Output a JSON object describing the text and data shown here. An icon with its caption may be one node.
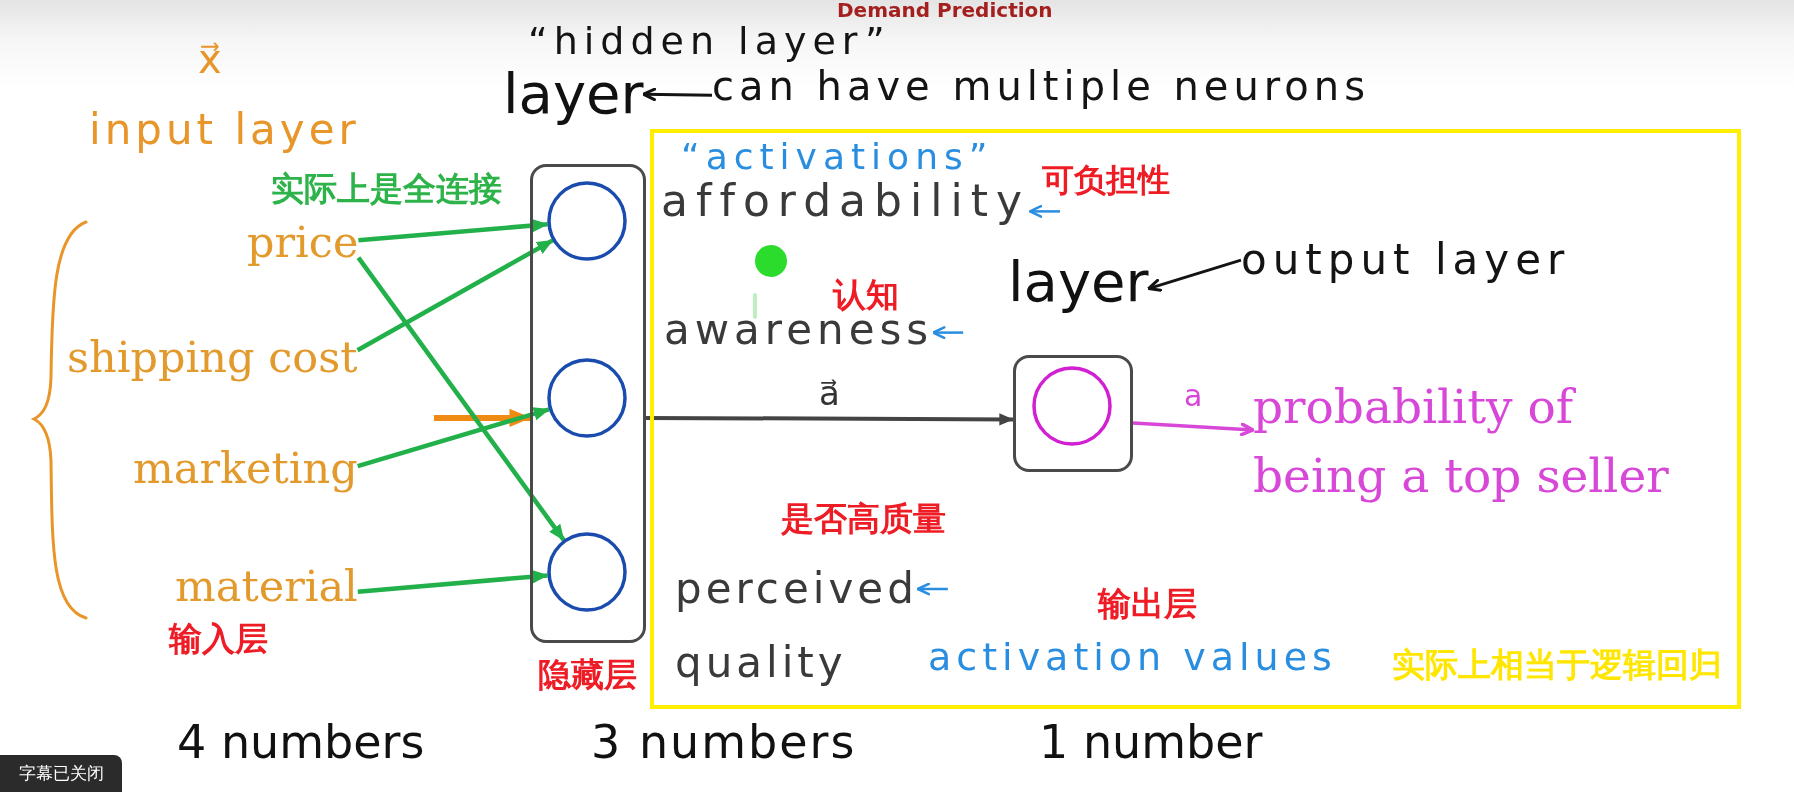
{
  "diagram": {
    "title": "Demand Prediction",
    "nodes": [
      {
        "text": [
          "layer"
        ]
      },
      {
        "text": [
          "can have multiple neurons"
        ]
      },
      {
        "text": [
          "实际上相当于逻辑回归"
        ]
      },
      {
        "text": [
          "affordability"
        ],
        "in": 2,
        "beside": [
          "可负担性"
        ]
      },
      {
        "text": [
          "awareness"
        ],
        "in": 2,
        "beside": [
          "认知"
        ]
      },
      {
        "text": [
          "perceived quality"
        ],
        "in": 2,
        "beside": [
          "是否高质量"
        ]
      },
      {
        "text": [
          "layer"
        ],
        "in": 2
      },
      {
        "text": [
          "output layer"
        ],
        "in": 2
      },
      {
        "text": [],
        "shape": "box",
        "in": 2
      },
      {
        "text": [],
        "shape": "circle",
        "in": 8
      },
      {
        "text": [
          "probability of being a top seller"
        ],
        "in": 2
      },
      {
        "text": [
          "price"
        ]
      },
      {
        "text": [
          "shipping cost"
        ]
      },
      {
        "text": [
          "marketing"
        ]
      },
      {
        "text": [
          "material"
        ]
      },
      {
        "text": [],
        "shape": "box",
        "beside": [
          "隐藏层"
        ]
      },
      {
        "text": [],
        "shape": "circle",
        "in": 15
      },
      {
        "text": [],
        "shape": "circle",
        "in": 15
      },
      {
        "text": [],
        "shape": "circle",
        "in": 15
      }
    ],
    "edges": [
      {
        "from": 1,
        "to": 0,
        "arrow": "to",
        "color": "#141414"
      },
      {
        "from": 7,
        "to": 6,
        "arrow": "to",
        "color": "#141414"
      },
      {
        "from": null,
        "to": 3,
        "arrow": "to",
        "color": "#2a8ee0"
      },
      {
        "from": null,
        "to": 4,
        "arrow": "to",
        "color": "#2a8ee0"
      },
      {
        "from": null,
        "to": 5,
        "arrow": "to",
        "color": "#2a8ee0"
      },
      {
        "from": 15,
        "to": 8,
        "arrow": "to",
        "label": "a⃗",
        "color": "#444444"
      },
      {
        "from": 8,
        "to": 10,
        "arrow": "to",
        "label": "a",
        "color": "#d848d8"
      },
      {
        "from": null,
        "to": 15,
        "arrow": "to",
        "color": "#ef8a12"
      },
      {
        "from": 11,
        "to": 16,
        "arrow": "to"
      },
      {
        "from": 11,
        "to": 18,
        "arrow": "to"
      },
      {
        "from": 12,
        "to": 16,
        "arrow": "to"
      },
      {
        "from": 13,
        "to": 17,
        "arrow": "to"
      },
      {
        "from": 14,
        "to": 18,
        "arrow": "to"
      }
    ],
    "labels": [
      "“hidden layer”",
      "x⃗",
      "input layer",
      "实际上是全连接",
      "“activations”",
      "输入层",
      "输出层",
      "activation values",
      "4 numbers",
      "3 numbers",
      "1 number",
      "字幕已关闭"
    ]
  }
}
